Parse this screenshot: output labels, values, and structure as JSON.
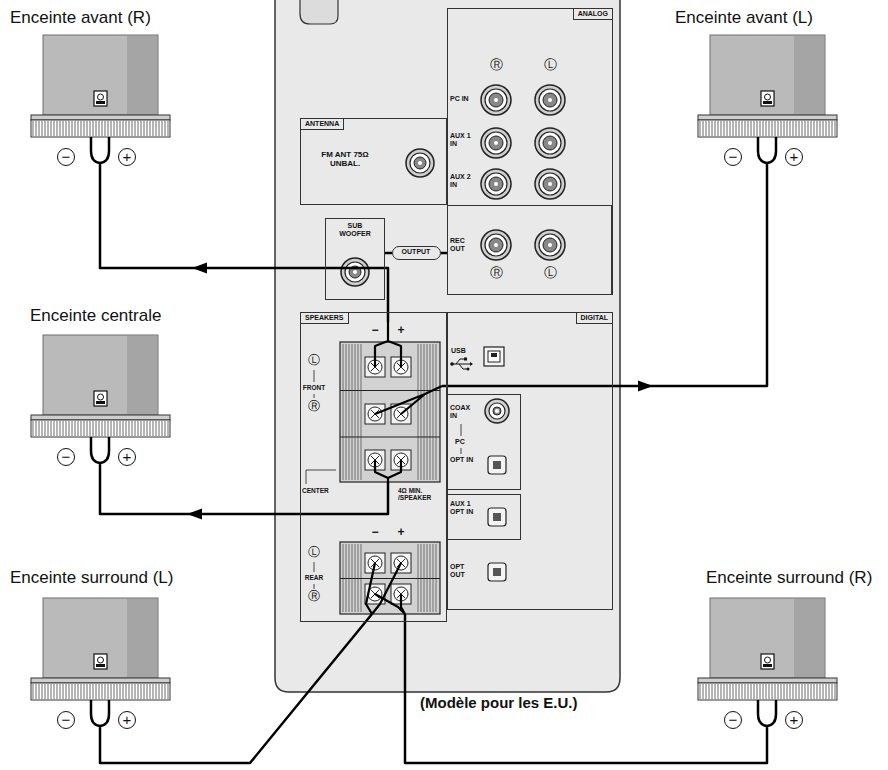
{
  "diagram": {
    "nodes": [
      {
        "text": [
          "Enceinte avant (R)",
          "−",
          "+"
        ]
      },
      {
        "text": [
          "Enceinte avant (L)",
          "−",
          "+"
        ]
      },
      {
        "text": [
          "ANALOG",
          "Ⓡ",
          "Ⓛ",
          "PC IN",
          "AUX 1 IN",
          "AUX 2 IN"
        ]
      },
      {
        "text": [
          "REC OUT",
          "Ⓡ",
          "Ⓛ"
        ],
        "in": 2
      },
      {
        "text": [
          "ANTENNA",
          "FM ANT 75Ω UNBAL."
        ]
      },
      {
        "text": [
          "SUB WOOFER"
        ]
      },
      {
        "text": [
          "OUTPUT"
        ]
      },
      {
        "text": [
          "Enceinte centrale",
          "−",
          "+"
        ]
      },
      {
        "text": [
          "SPEAKERS",
          "Ⓛ",
          "FRONT",
          "Ⓡ",
          "CENTER",
          "4Ω MIN. /SPEAKER",
          "Ⓛ",
          "REAR",
          "Ⓡ"
        ]
      },
      {
        "text": [
          "−",
          "+"
        ],
        "in": 8
      },
      {
        "text": [
          "−",
          "+"
        ],
        "in": 8
      },
      {
        "text": [
          "DIGITAL",
          "USB",
          "OPT OUT"
        ]
      },
      {
        "text": [
          "COAX IN",
          "PC",
          "OPT IN"
        ],
        "in": 11
      },
      {
        "text": [
          "AUX 1 OPT IN"
        ],
        "in": 11
      },
      {
        "text": [
          "Enceinte surround (L)",
          "−",
          "+"
        ]
      },
      {
        "text": [
          "Enceinte surround (R)",
          "−",
          "+"
        ]
      }
    ],
    "edges": [
      {
        "from": 9,
        "to": 0,
        "arrow": "to"
      },
      {
        "from": 9,
        "to": 1,
        "arrow": "to"
      },
      {
        "from": 9,
        "to": 7,
        "arrow": "to"
      },
      {
        "from": 10,
        "to": 14,
        "arrow": "none"
      },
      {
        "from": 10,
        "to": 15,
        "arrow": "none"
      },
      {
        "from": 6,
        "to": 5,
        "arrow": "none"
      },
      {
        "from": 6,
        "to": 3,
        "arrow": "none"
      }
    ],
    "labels": [
      "(Modèle pour les E.U.)"
    ]
  }
}
